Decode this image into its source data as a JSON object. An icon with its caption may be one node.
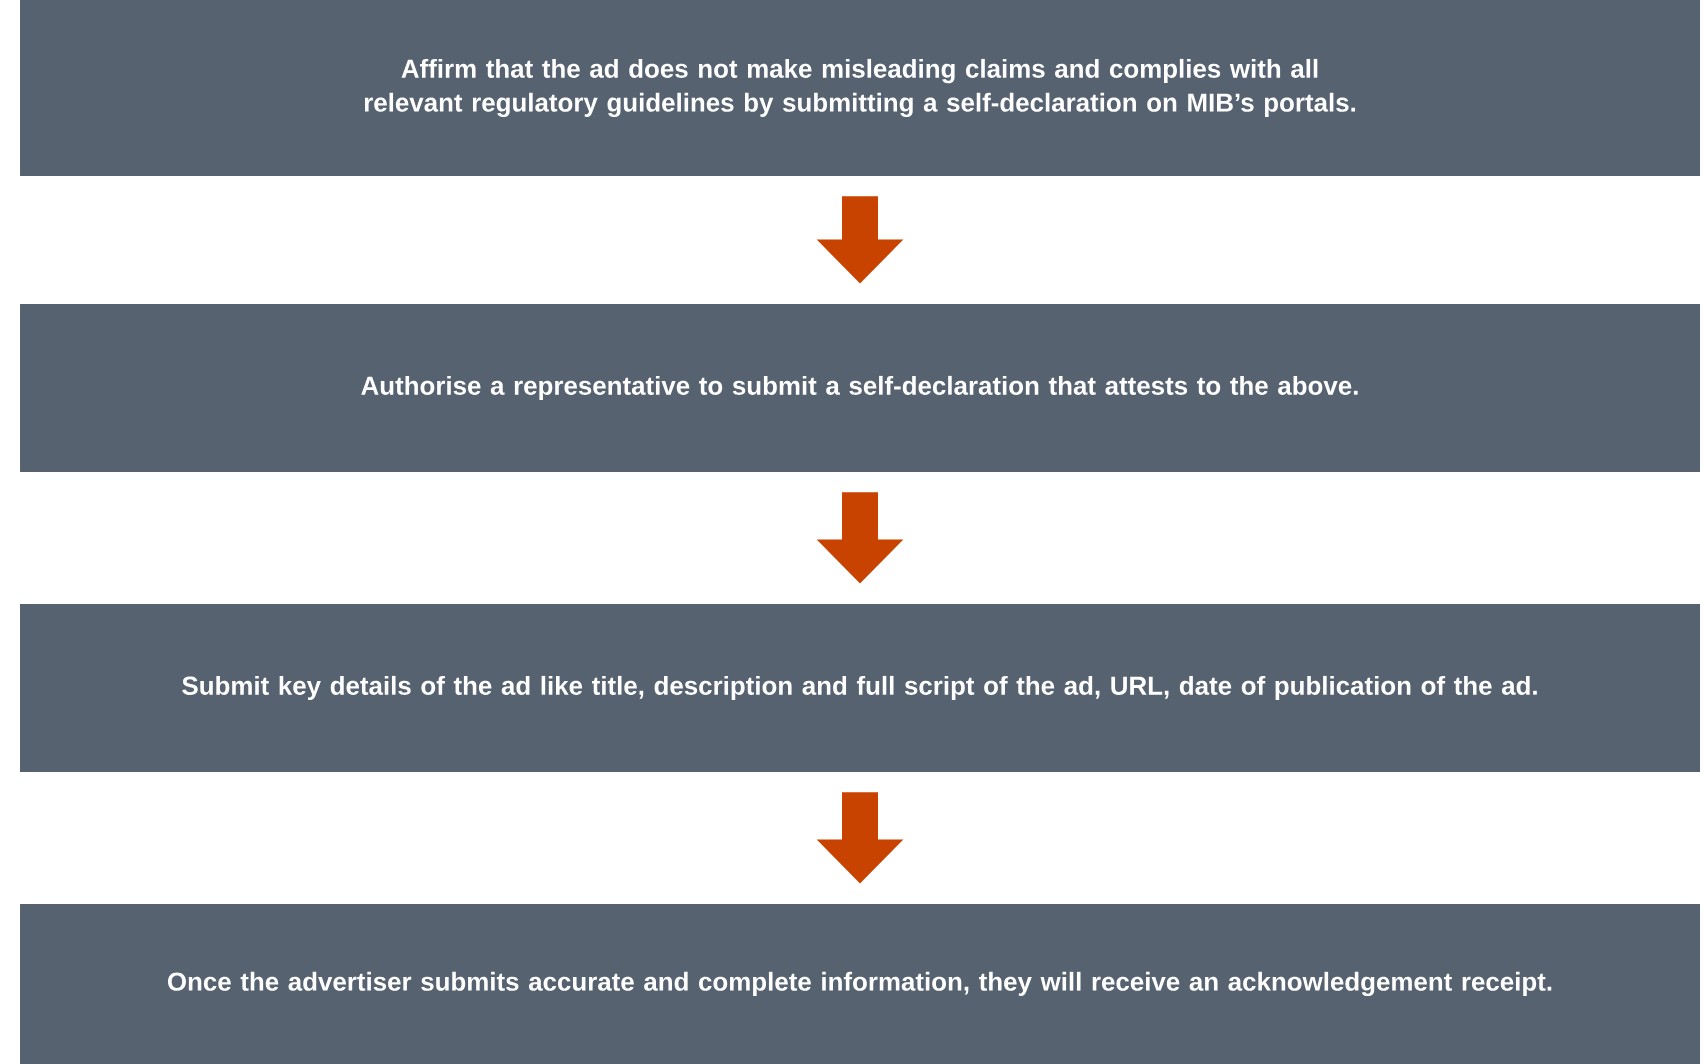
{
  "diagram": {
    "nodes": [
      {
        "text": [
          "Affirm that the ad does not make misleading claims and complies with all relevant regulatory guidelines by submitting a self-declaration on MIB’s portals."
        ]
      },
      {
        "text": [
          "Authorise a representative to submit a self-declaration that attests to the above."
        ]
      },
      {
        "text": [
          "Submit key details of the ad like title, description and full script of the ad, URL, date of publication of the ad."
        ]
      },
      {
        "text": [
          "Once the advertiser submits accurate and complete information, they will receive an acknowledgement receipt."
        ]
      }
    ],
    "edges": [
      {
        "from": 0,
        "to": 1,
        "arrow": "to"
      },
      {
        "from": 1,
        "to": 2,
        "arrow": "to"
      },
      {
        "from": 2,
        "to": 3,
        "arrow": "to"
      }
    ]
  }
}
